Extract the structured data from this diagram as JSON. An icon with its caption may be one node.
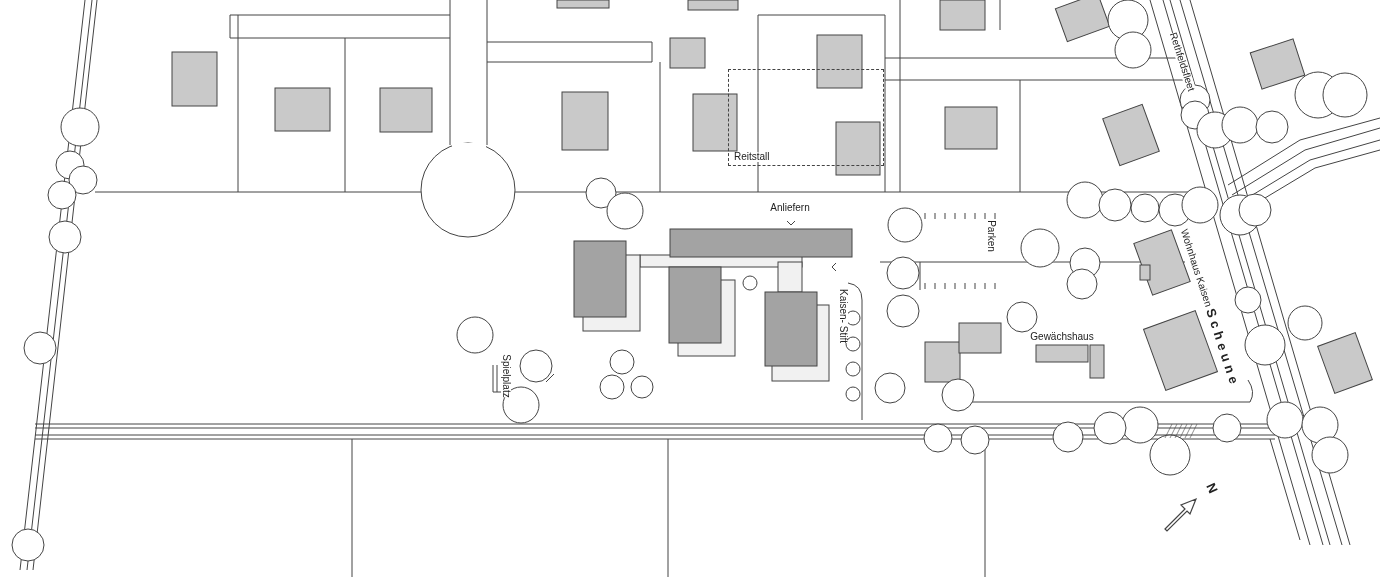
{
  "diagram": {
    "nodes": [
      {
        "text": [
          "Reitstall"
        ]
      }
    ],
    "labels": [
      "Rethfeldsfleet",
      "Anliefern",
      "Parken",
      "Wohnhaus Kaisen",
      "Kaisen- Stift",
      "Gewächshaus",
      "Scheune",
      "Spielplatz",
      "N"
    ]
  }
}
